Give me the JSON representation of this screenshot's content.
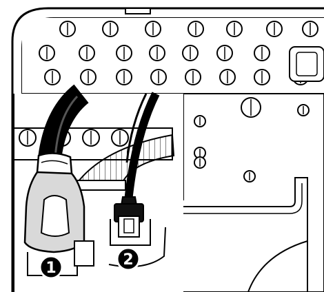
{
  "figure": {
    "description_kind": "line-art",
    "colors": {
      "line": "#000000",
      "paper": "#ffffff",
      "shade": "#d9d9d9",
      "dark": "#111111"
    }
  },
  "callouts": [
    {
      "label": "1"
    },
    {
      "label": "2"
    }
  ]
}
